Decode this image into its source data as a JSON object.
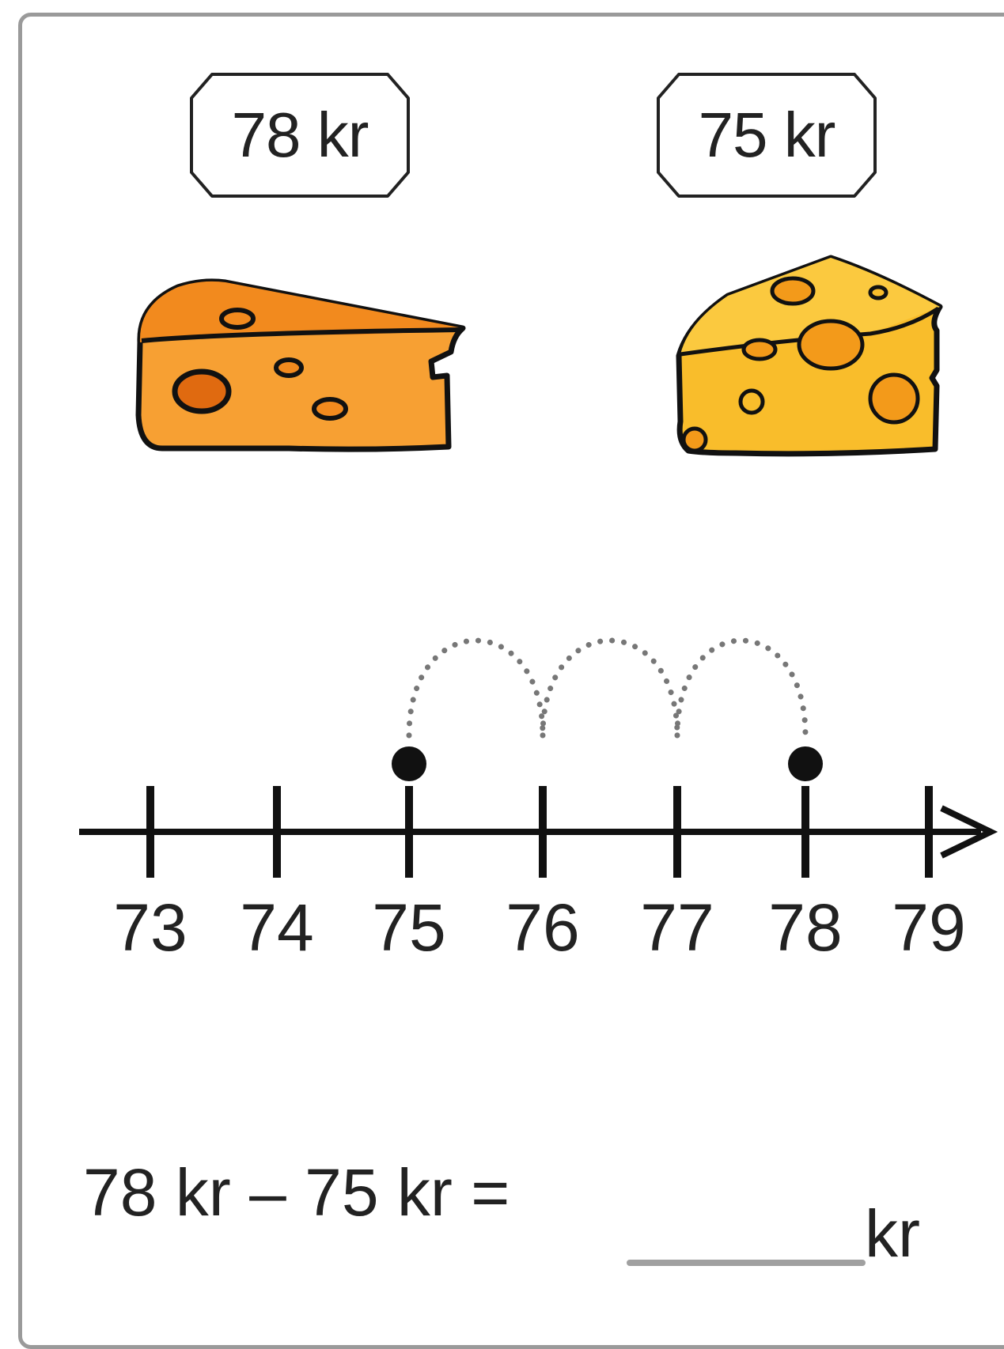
{
  "price_tags": [
    {
      "label": "78 kr"
    },
    {
      "label": "75 kr"
    }
  ],
  "illustrations": [
    {
      "icon": "cheese-wedge-orange-icon",
      "color": "#F28A1E"
    },
    {
      "icon": "cheese-wedge-yellow-icon",
      "color": "#F9BD2B"
    }
  ],
  "number_line": {
    "ticks": [
      "73",
      "74",
      "75",
      "76",
      "77",
      "78",
      "79"
    ],
    "marked_points": [
      75,
      78
    ],
    "jumps": [
      [
        75,
        76
      ],
      [
        76,
        77
      ],
      [
        77,
        78
      ]
    ]
  },
  "equation": {
    "text": "78 kr –  75 kr =",
    "answer": "",
    "unit": "kr"
  }
}
